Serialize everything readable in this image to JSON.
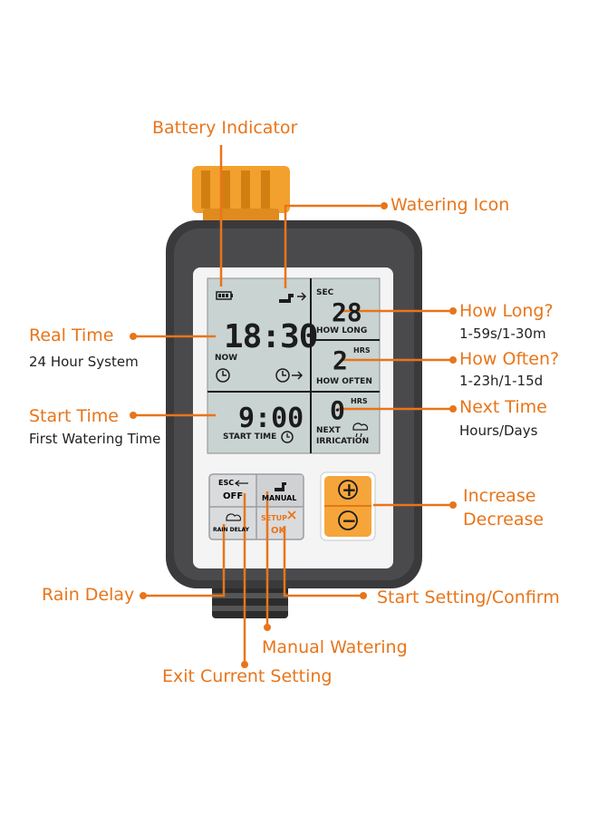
{
  "callouts": {
    "battery": "Battery Indicator",
    "watering_icon": "Watering Icon",
    "real_time": "Real Time",
    "real_time_sub": "24 Hour System",
    "start_time": "Start Time",
    "start_time_sub": "First Watering Time",
    "how_long": "How Long?",
    "how_long_sub": "1-59s/1-30m",
    "how_often": "How Often?",
    "how_often_sub": "1-23h/1-15d",
    "next_time": "Next Time",
    "next_time_sub": "Hours/Days",
    "increase": "Increase",
    "decrease": "Decrease",
    "rain_delay": "Rain Delay",
    "start_setting": "Start Setting/Confirm",
    "manual_watering": "Manual Watering",
    "exit_setting": "Exit Current Setting"
  },
  "lcd": {
    "clock": "18:30",
    "now_label": "NOW",
    "start_time": "9:00",
    "start_time_label": "START TIME",
    "sec_label": "SEC",
    "how_long_value": "28",
    "how_long_label": "HOW LONG",
    "hrs_label_1": "HRS",
    "how_often_value": "2",
    "how_often_label": "HOW OFTEN",
    "hrs_label_2": "HRS",
    "next_value": "0",
    "next_label_1": "NEXT",
    "next_label_2": "IRRICATION"
  },
  "buttons": {
    "esc_label": "ESC",
    "off_label": "OFF",
    "manual_label": "MANUAL",
    "rain_delay_label": "RAIN DELAY",
    "setup_label": "SETUP",
    "ok_label": "OK",
    "plus_symbol": "+",
    "minus_symbol": "−"
  },
  "colors": {
    "accent": "#e8751a",
    "body": "#3a3a3c",
    "lcd": "#c9d3d2",
    "plus_minus_button": "#f6a53a"
  }
}
